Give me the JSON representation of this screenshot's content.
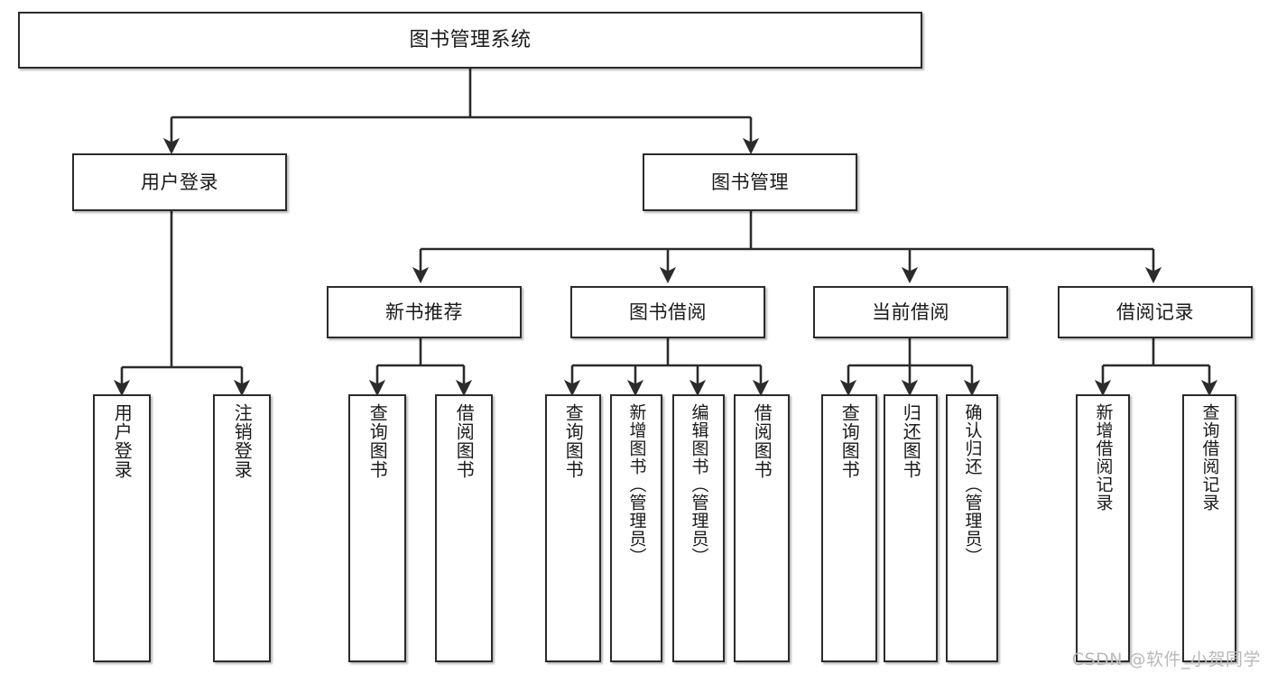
{
  "diagram": {
    "title": "图书管理系统",
    "type": "tree-hierarchy-chart",
    "root": {
      "id": "root",
      "label": "图书管理系统"
    },
    "level2": [
      {
        "id": "user-login",
        "label": "用户登录"
      },
      {
        "id": "book-manage",
        "label": "图书管理"
      }
    ],
    "level3": [
      {
        "id": "new-book-rec",
        "label": "新书推荐"
      },
      {
        "id": "book-borrow",
        "label": "图书借阅"
      },
      {
        "id": "current-borrow",
        "label": "当前借阅"
      },
      {
        "id": "borrow-record",
        "label": "借阅记录"
      }
    ],
    "leaves": [
      {
        "id": "leaf-user-login",
        "label": "用户登录",
        "parent": "user-login"
      },
      {
        "id": "leaf-logout",
        "label": "注销登录",
        "parent": "user-login"
      },
      {
        "id": "leaf-query-book-1",
        "label": "查询图书",
        "parent": "new-book-rec"
      },
      {
        "id": "leaf-borrow-book-1",
        "label": "借阅图书",
        "parent": "new-book-rec"
      },
      {
        "id": "leaf-query-book-2",
        "label": "查询图书",
        "parent": "book-borrow"
      },
      {
        "id": "leaf-add-book",
        "label": "新增图书（管理员）",
        "parent": "book-borrow"
      },
      {
        "id": "leaf-edit-book",
        "label": "编辑图书（管理员）",
        "parent": "book-borrow"
      },
      {
        "id": "leaf-borrow-book-2",
        "label": "借阅图书",
        "parent": "book-borrow"
      },
      {
        "id": "leaf-query-book-3",
        "label": "查询图书",
        "parent": "current-borrow"
      },
      {
        "id": "leaf-return-book",
        "label": "归还图书",
        "parent": "current-borrow"
      },
      {
        "id": "leaf-confirm-return",
        "label": "确认归还（管理员）",
        "parent": "current-borrow"
      },
      {
        "id": "leaf-add-record",
        "label": "新增借阅记录",
        "parent": "borrow-record"
      },
      {
        "id": "leaf-query-record",
        "label": "查询借阅记录",
        "parent": "borrow-record"
      }
    ],
    "watermark": "CSDN @软件_小贺同学",
    "colors": {
      "stroke": "#2b2b2b",
      "fill": "#ffffff",
      "text": "#1a1a1a",
      "watermark": "#b9b9b9"
    }
  }
}
